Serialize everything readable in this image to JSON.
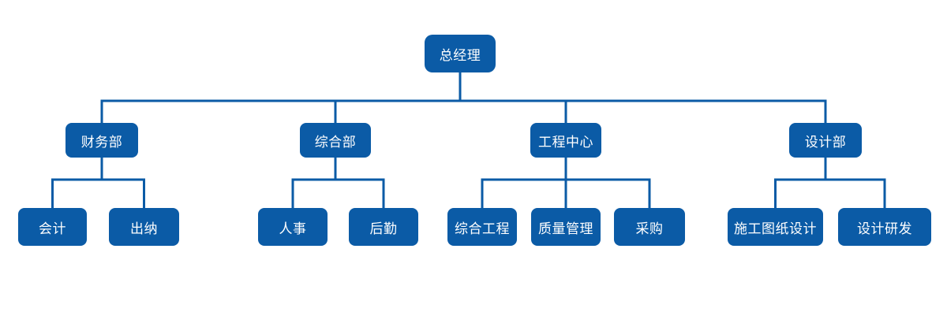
{
  "colors": {
    "background": "#ffffff",
    "node_fill": "#0b5ba6",
    "node_text": "#ffffff",
    "connector": "#0b5ba6"
  },
  "org": {
    "type": "org-chart",
    "root": {
      "label": "总经理"
    },
    "departments": [
      {
        "label": "财务部",
        "children": [
          {
            "label": "会计"
          },
          {
            "label": "出纳"
          }
        ]
      },
      {
        "label": "综合部",
        "children": [
          {
            "label": "人事"
          },
          {
            "label": "后勤"
          }
        ]
      },
      {
        "label": "工程中心",
        "children": [
          {
            "label": "综合工程"
          },
          {
            "label": "质量管理"
          },
          {
            "label": "采购"
          }
        ]
      },
      {
        "label": "设计部",
        "children": [
          {
            "label": "施工图纸设计"
          },
          {
            "label": "设计研发"
          }
        ]
      }
    ]
  }
}
